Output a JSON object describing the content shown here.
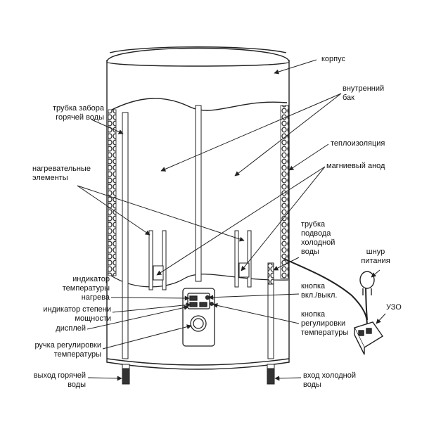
{
  "labels": {
    "korpus": "корпус",
    "inner_tank": "внутренний\nбак",
    "hot_pipe": "трубка забора\nгорячей воды",
    "insulation": "теплоизоляция",
    "heaters": "нагревательные\nэлементы",
    "anode": "магниевый анод",
    "cold_pipe": "трубка\nподвода\nхолодной\nводы",
    "power_cord": "шнур\nпитания",
    "heat_indicator": "индикатор\nтемпературы\nнагрева",
    "power_indicator": "индикатор степени\nмощности",
    "onoff_button": "кнопка\nвкл./выкл.",
    "uzo": "УЗО",
    "display": "дисплей",
    "temp_button": "кнопка\nрегулировки\nтемпературы",
    "temp_knob": "ручка регулировки\nтемпературы",
    "hot_out": "выход горячей\nводы",
    "cold_in": "вход холодной\nводы"
  },
  "colors": {
    "line": "#222222",
    "fill": "#ffffff"
  }
}
